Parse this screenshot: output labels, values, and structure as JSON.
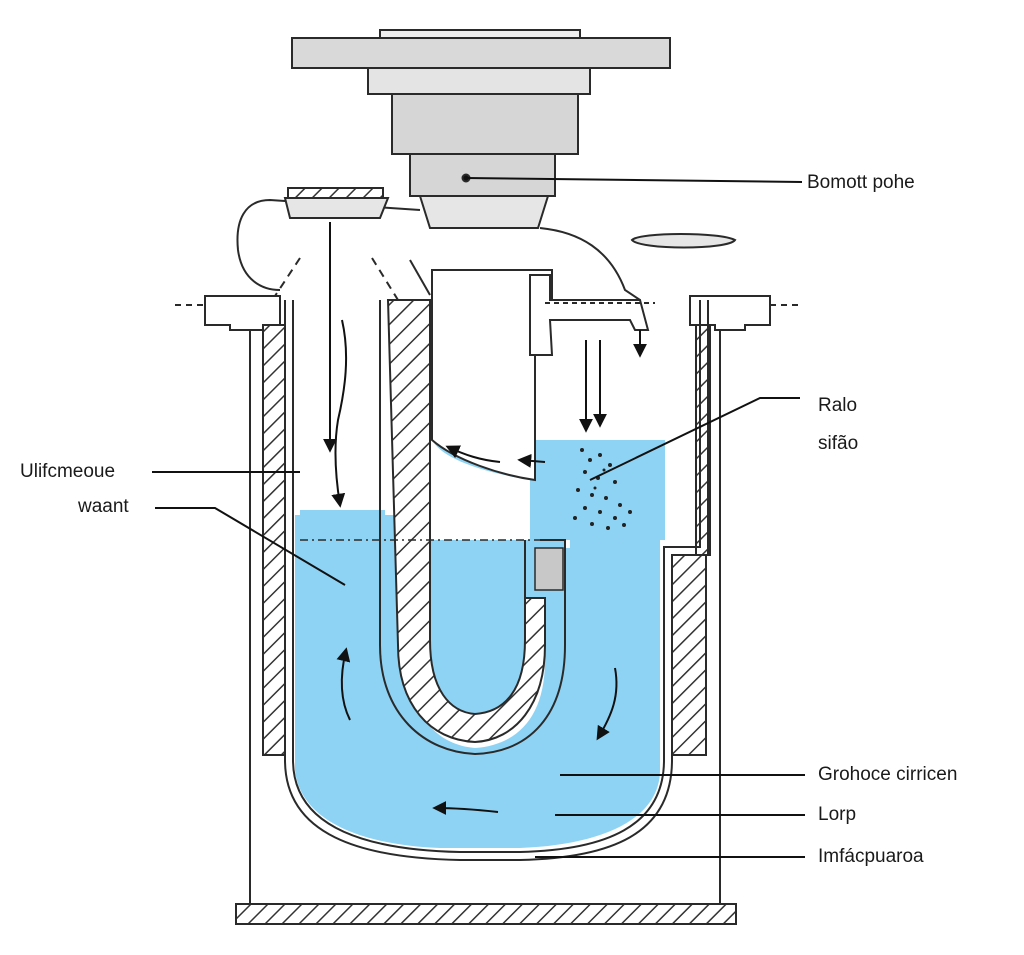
{
  "labels": {
    "drain_cover": "Bomott pohe",
    "ralo": "Ralo",
    "sifao": "sifão",
    "left_upper": "Ulifcmeoue",
    "left_lower": "waant",
    "bottom_chamber": "Grohoce cirricen",
    "loop": "Lorp",
    "base": "Imfácpuaroa"
  },
  "colors": {
    "water": "#8fd3f4",
    "outline": "#2a2a2a",
    "metal": "#d6d6d6",
    "hatch": "#333333"
  }
}
